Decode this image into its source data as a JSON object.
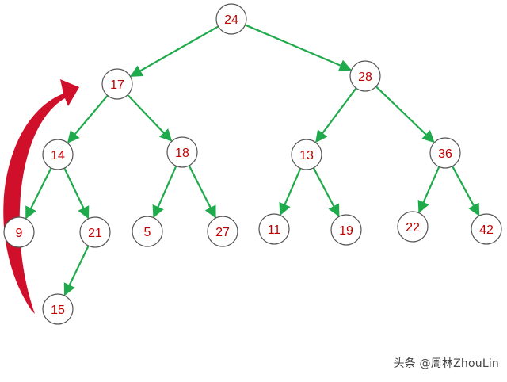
{
  "colors": {
    "edge": "#1faa4c",
    "node_stroke": "#555555",
    "node_fill": "#ffffff",
    "node_text": "#c00000",
    "arrow_fill": "#d0102a"
  },
  "nodes": [
    {
      "id": "n24",
      "label": "24"
    },
    {
      "id": "n17",
      "label": "17"
    },
    {
      "id": "n28",
      "label": "28"
    },
    {
      "id": "n14",
      "label": "14"
    },
    {
      "id": "n18",
      "label": "18"
    },
    {
      "id": "n13",
      "label": "13"
    },
    {
      "id": "n36",
      "label": "36"
    },
    {
      "id": "n9",
      "label": "9"
    },
    {
      "id": "n21",
      "label": "21"
    },
    {
      "id": "n5",
      "label": "5"
    },
    {
      "id": "n27",
      "label": "27"
    },
    {
      "id": "n11",
      "label": "11"
    },
    {
      "id": "n19",
      "label": "19"
    },
    {
      "id": "n22",
      "label": "22"
    },
    {
      "id": "n42",
      "label": "42"
    },
    {
      "id": "n15",
      "label": "15"
    }
  ],
  "edges": [
    {
      "from": "n24",
      "to": "n17"
    },
    {
      "from": "n24",
      "to": "n28"
    },
    {
      "from": "n17",
      "to": "n14"
    },
    {
      "from": "n17",
      "to": "n18"
    },
    {
      "from": "n28",
      "to": "n13"
    },
    {
      "from": "n28",
      "to": "n36"
    },
    {
      "from": "n14",
      "to": "n9"
    },
    {
      "from": "n14",
      "to": "n21"
    },
    {
      "from": "n18",
      "to": "n5"
    },
    {
      "from": "n18",
      "to": "n27"
    },
    {
      "from": "n13",
      "to": "n11"
    },
    {
      "from": "n13",
      "to": "n19"
    },
    {
      "from": "n36",
      "to": "n22"
    },
    {
      "from": "n36",
      "to": "n42"
    },
    {
      "from": "n21",
      "to": "n15"
    }
  ],
  "watermark": "头条 @周林ZhouLin"
}
